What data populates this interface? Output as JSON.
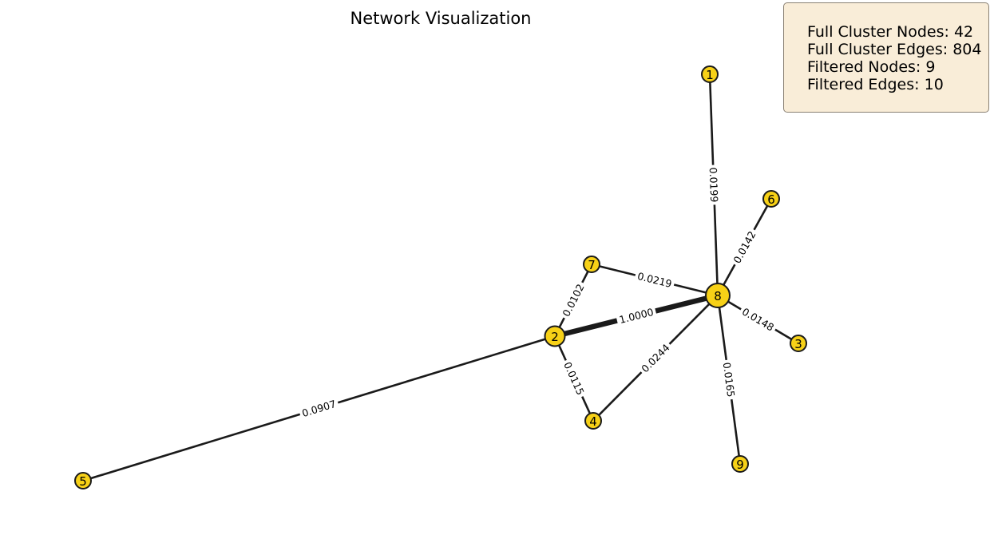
{
  "title": "Network Visualization",
  "stats": [
    {
      "label": "Full Cluster Nodes",
      "value": "42"
    },
    {
      "label": "Full Cluster Edges",
      "value": "804"
    },
    {
      "label": "Filtered Nodes",
      "value": "9"
    },
    {
      "label": "Filtered Edges",
      "value": "10"
    }
  ],
  "colors": {
    "node_fill": "#f7d117",
    "node_stroke": "#1a1a1a",
    "edge": "#1a1a1a",
    "stats_bg": "#f9edd8"
  },
  "nodes": [
    {
      "id": "1",
      "label": "1"
    },
    {
      "id": "2",
      "label": "2"
    },
    {
      "id": "3",
      "label": "3"
    },
    {
      "id": "4",
      "label": "4"
    },
    {
      "id": "5",
      "label": "5"
    },
    {
      "id": "6",
      "label": "6"
    },
    {
      "id": "7",
      "label": "7"
    },
    {
      "id": "8",
      "label": "8"
    },
    {
      "id": "9",
      "label": "9"
    }
  ],
  "edges": [
    {
      "source": "2",
      "target": "8",
      "weight": 1.0,
      "label": "1.0000"
    },
    {
      "source": "5",
      "target": "2",
      "weight": 0.0907,
      "label": "0.0907"
    },
    {
      "source": "4",
      "target": "8",
      "weight": 0.0244,
      "label": "0.0244"
    },
    {
      "source": "7",
      "target": "8",
      "weight": 0.0219,
      "label": "0.0219"
    },
    {
      "source": "1",
      "target": "8",
      "weight": 0.0199,
      "label": "0.0199"
    },
    {
      "source": "8",
      "target": "9",
      "weight": 0.0165,
      "label": "0.0165"
    },
    {
      "source": "8",
      "target": "3",
      "weight": 0.0148,
      "label": "0.0148"
    },
    {
      "source": "8",
      "target": "6",
      "weight": 0.0142,
      "label": "0.0142"
    },
    {
      "source": "2",
      "target": "4",
      "weight": 0.0115,
      "label": "0.0115"
    },
    {
      "source": "2",
      "target": "7",
      "weight": 0.0102,
      "label": "0.0102"
    }
  ]
}
